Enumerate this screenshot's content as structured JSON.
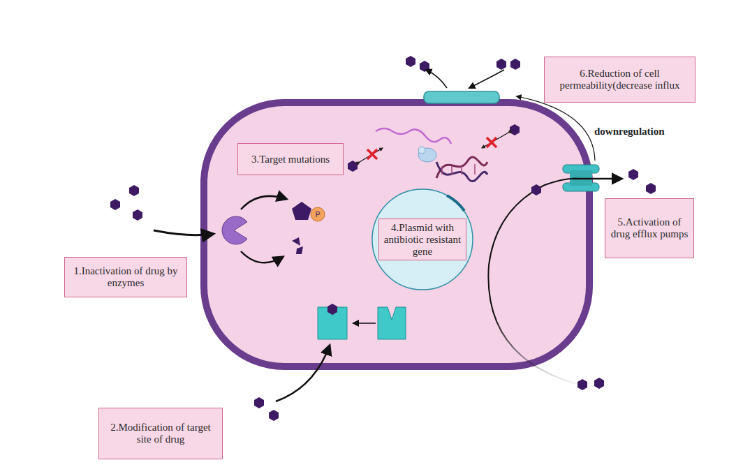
{
  "diagram": {
    "nodes": [
      {
        "text": [
          "1.Inactivation of drug by enzymes"
        ]
      },
      {
        "text": [
          "2.Modification of target site of drug"
        ]
      },
      {
        "text": [
          "3.Target mutations"
        ]
      },
      {
        "text": [
          "4.Plasmid with antibiotic resistant gene"
        ]
      },
      {
        "text": [
          "5.Activation of drug efflux pumps"
        ]
      },
      {
        "text": [
          "6.Reduction of cell permeability(decrease influx"
        ]
      }
    ],
    "labels": [
      "downregulation"
    ]
  }
}
